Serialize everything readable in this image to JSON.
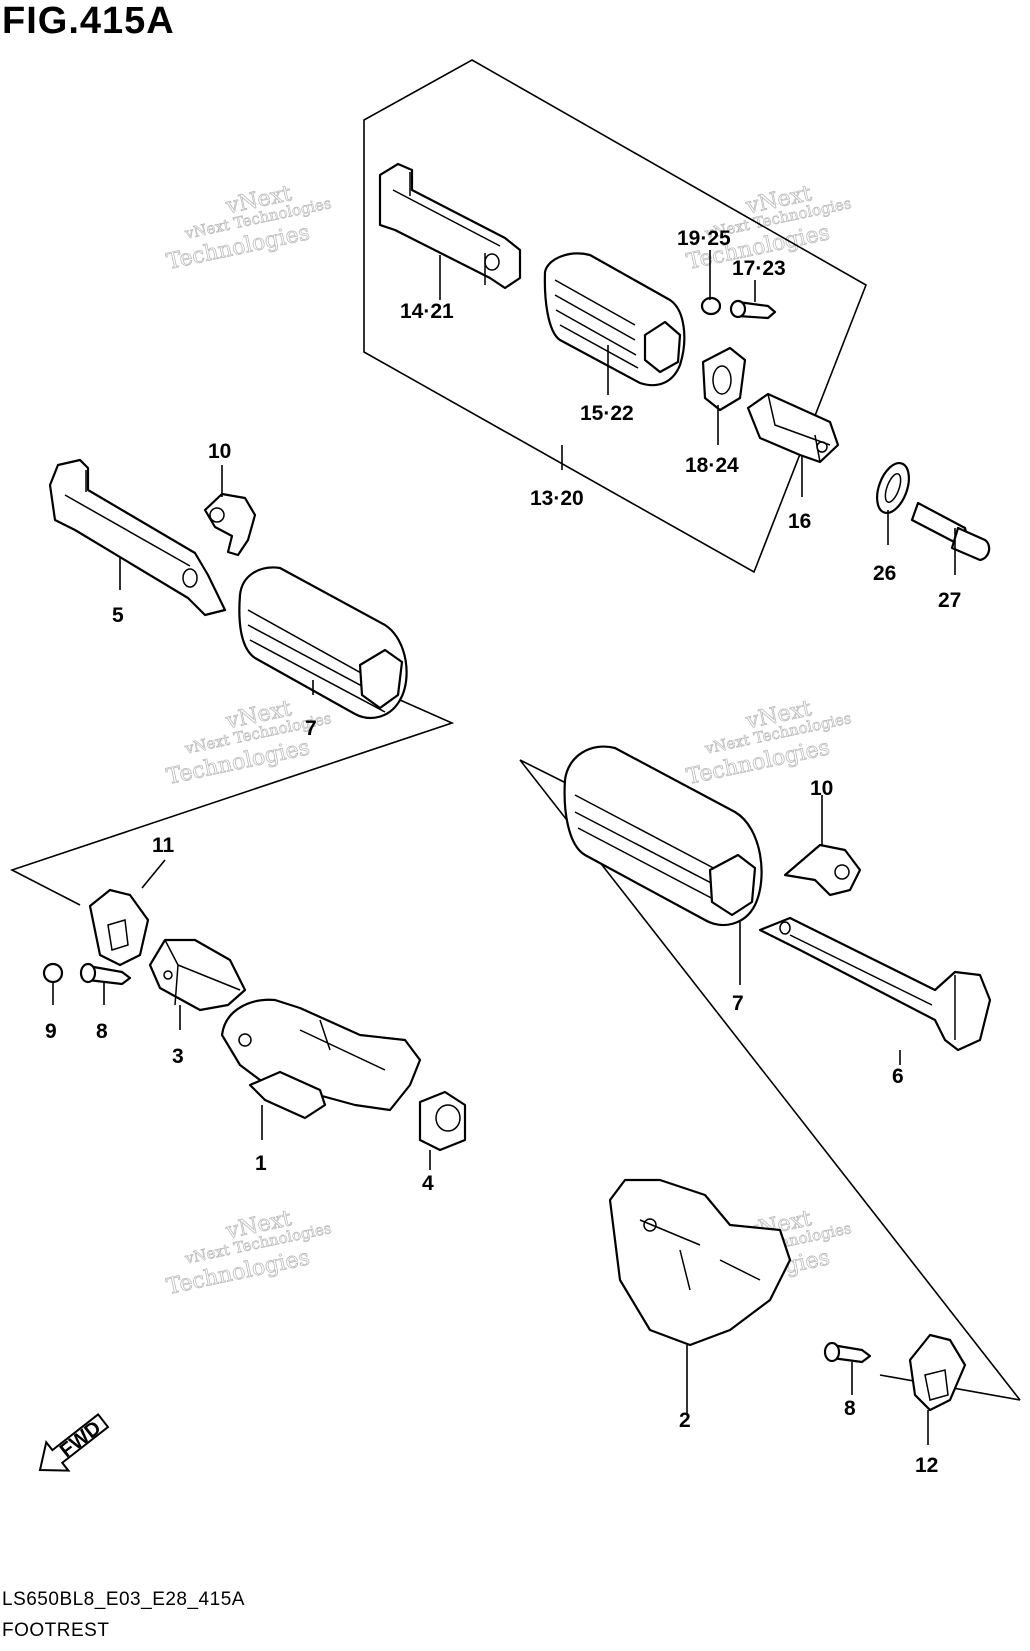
{
  "figure": {
    "title": "FIG.415A",
    "model_code": "LS650BL8_E03_E28_415A",
    "section_name": "FOOTREST"
  },
  "watermark": {
    "line1": "vNext Technologies",
    "line2": "vNext",
    "line3": "Technologies"
  },
  "direction_marker": "FWD",
  "callouts": [
    {
      "id": "c14-21",
      "text": "14·21"
    },
    {
      "id": "c15-22",
      "text": "15·22"
    },
    {
      "id": "c13-20",
      "text": "13·20"
    },
    {
      "id": "c19-25",
      "text": "19·25"
    },
    {
      "id": "c17-23",
      "text": "17·23"
    },
    {
      "id": "c18-24",
      "text": "18·24"
    },
    {
      "id": "c16",
      "text": "16"
    },
    {
      "id": "c26",
      "text": "26"
    },
    {
      "id": "c27",
      "text": "27"
    },
    {
      "id": "c10a",
      "text": "10"
    },
    {
      "id": "c5",
      "text": "5"
    },
    {
      "id": "c7a",
      "text": "7"
    },
    {
      "id": "c11",
      "text": "11"
    },
    {
      "id": "c9",
      "text": "9"
    },
    {
      "id": "c8a",
      "text": "8"
    },
    {
      "id": "c3",
      "text": "3"
    },
    {
      "id": "c1",
      "text": "1"
    },
    {
      "id": "c4",
      "text": "4"
    },
    {
      "id": "c10b",
      "text": "10"
    },
    {
      "id": "c7b",
      "text": "7"
    },
    {
      "id": "c6",
      "text": "6"
    },
    {
      "id": "c2",
      "text": "2"
    },
    {
      "id": "c8b",
      "text": "8"
    },
    {
      "id": "c12",
      "text": "12"
    }
  ]
}
